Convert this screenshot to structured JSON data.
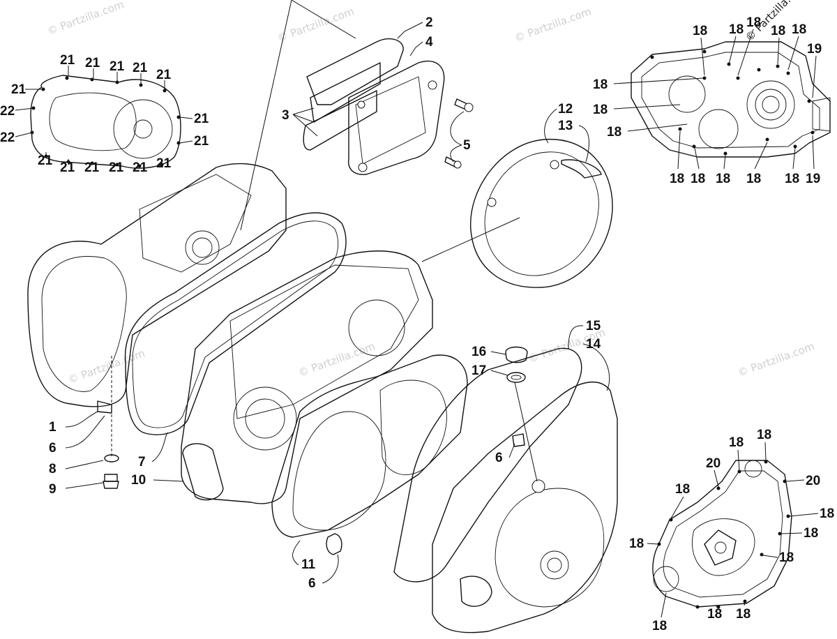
{
  "watermarks": {
    "w1": "© Partzilla.com",
    "w2": "© Partzilla.com",
    "w3": "© Partzilla.com",
    "w4": "© Partzilla.com",
    "w5": "© Partzilla.com",
    "w6": "© Partzilla.com",
    "w7": "© Partzilla.com",
    "corner": "© Partzilla.c"
  },
  "callouts": {
    "c1": "1",
    "c2": "2",
    "c3": "3",
    "c4": "4",
    "c5": "5",
    "c6a": "6",
    "c6b": "6",
    "c6c": "6",
    "c7": "7",
    "c8": "8",
    "c9": "9",
    "c10": "10",
    "c11": "11",
    "c12": "12",
    "c13": "13",
    "c14": "14",
    "c15": "15",
    "c16": "16",
    "c17": "17",
    "c21a": "21",
    "c21b": "21",
    "c21c": "21",
    "c21d": "21",
    "c21e": "21",
    "c21f": "21",
    "c21g": "21",
    "c21h": "21",
    "c21i": "21",
    "c21j": "21",
    "c21k": "21",
    "c21l": "21",
    "c21m": "21",
    "c22a": "22",
    "c22b": "22",
    "c18a": "18",
    "c18b": "18",
    "c18c": "18",
    "c18d": "18",
    "c18e": "18",
    "c18f": "18",
    "c18g": "18",
    "c18h": "18",
    "c18i": "18",
    "c18j": "18",
    "c18k": "18",
    "c18l": "18",
    "c18m": "18",
    "c18n": "18",
    "c18o": "18",
    "c18p": "18",
    "c18q": "18",
    "c18r": "18",
    "c18s": "18",
    "c18t": "18",
    "c18u": "18",
    "c18v": "18",
    "c19a": "19",
    "c19b": "19",
    "c20a": "20",
    "c20b": "20"
  }
}
